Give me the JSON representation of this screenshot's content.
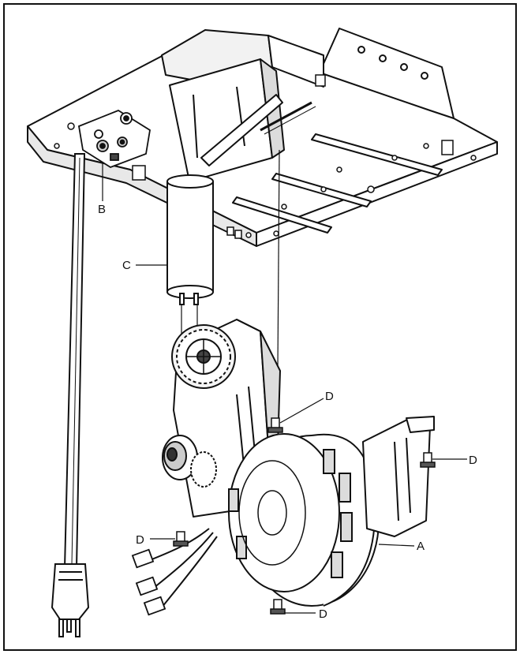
{
  "callouts": {
    "a": "A",
    "b": "B",
    "c": "C",
    "d1": "D",
    "d2": "D",
    "d3": "D",
    "d4": "D"
  },
  "colors": {
    "ink": "#111111",
    "paper": "#ffffff",
    "shade": "#d9d9d9",
    "dark": "#555555"
  }
}
